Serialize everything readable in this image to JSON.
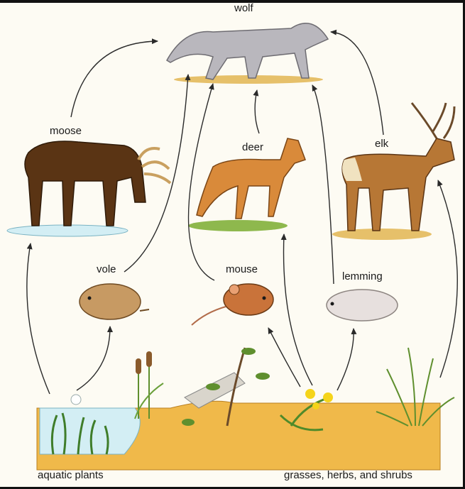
{
  "labels": {
    "wolf": "wolf",
    "moose": "moose",
    "deer": "deer",
    "elk": "elk",
    "vole": "vole",
    "mouse": "mouse",
    "lemming": "lemming",
    "aquatic_plants": "aquatic plants",
    "grasses": "grasses, herbs, and shrubs"
  },
  "colors": {
    "ground": "#f0b94a",
    "water": "#d3eef4",
    "arrow": "#2a2a2a",
    "wolf": "#b9b7bd",
    "moose": "#5a3414",
    "deer": "#d98a3a",
    "elk": "#b77735",
    "vole": "#c79a63",
    "mouse": "#c9733a",
    "lemming": "#e7e0de",
    "grass": "#5f8f2e"
  }
}
